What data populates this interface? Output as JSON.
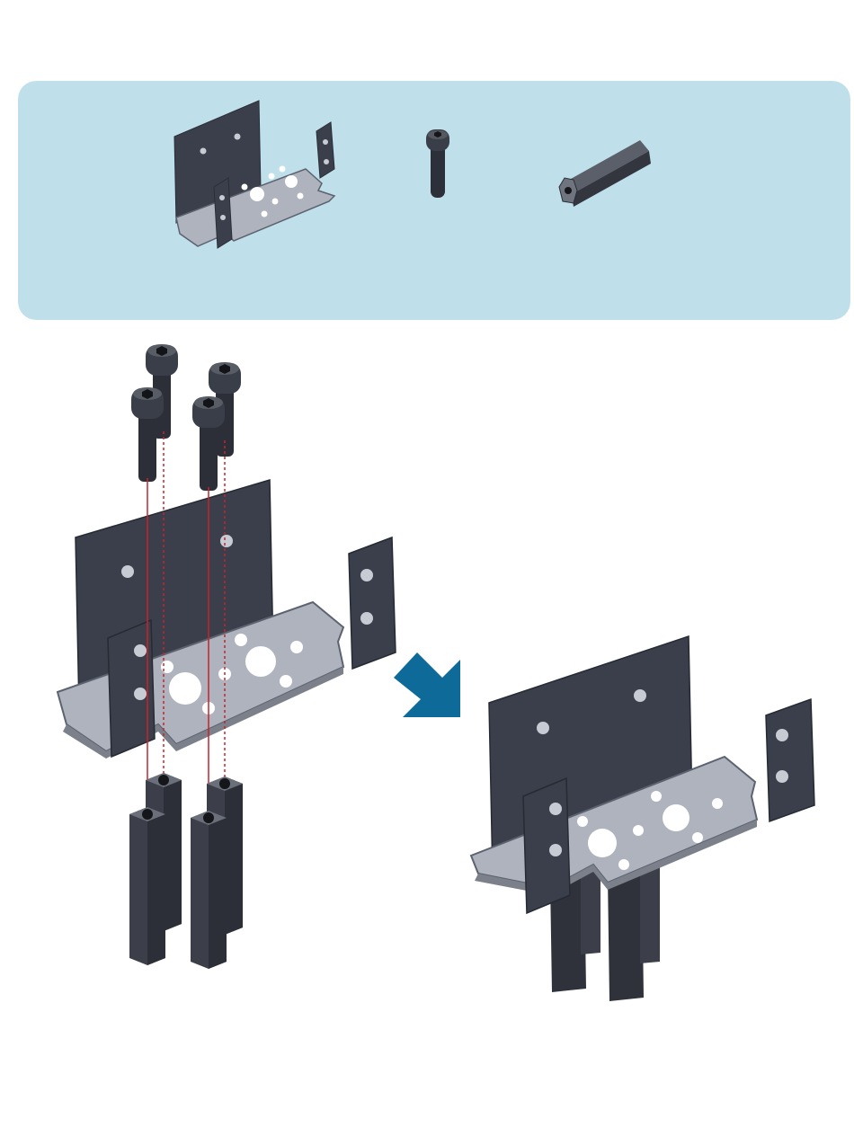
{
  "colors": {
    "panel_background": "#bfdfea",
    "metal_dark": "#3a3f4b",
    "metal_plate": "#aeb3bd",
    "metal_edge": "#5c6270",
    "guide_line": "#c8232b",
    "arrow": "#0e6a99"
  },
  "parts_panel": {
    "parts": [
      {
        "name": "bracket",
        "icon": "u-bracket-icon"
      },
      {
        "name": "screw",
        "icon": "socket-head-screw-icon"
      },
      {
        "name": "standoff",
        "icon": "hex-standoff-icon"
      }
    ]
  },
  "assembly": {
    "step_arrow_icon": "arrow-down-right-icon",
    "screw_count": 4,
    "standoff_count": 4
  }
}
